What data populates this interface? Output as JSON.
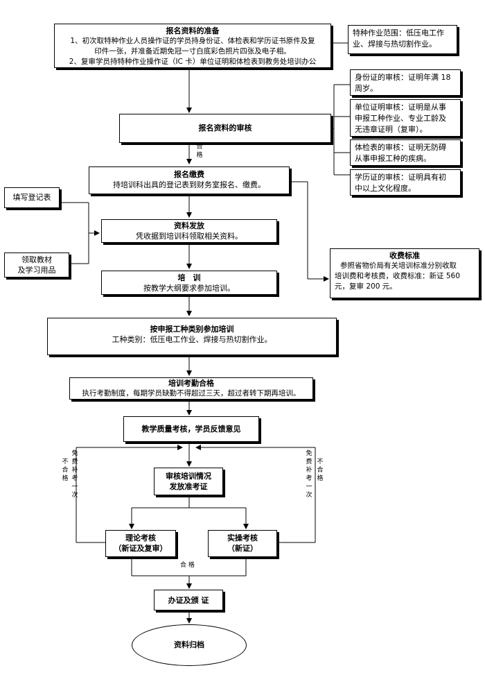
{
  "step1": {
    "title": "报名资料的准备",
    "line1": "1、初次取特种作业人员操作证的学员持身份证、体检表和学历证书原件及复",
    "line2": "印件一张，并准备近期免冠一寸白底彩色照片四张及电子相。",
    "line3": "2、复审学员持特种作业操作证（IC 卡）单位证明和体检表到教务处培训办公"
  },
  "scope_note": {
    "line1": "特种作业范围：低压电工作",
    "line2": "业、焊接与热切割作业。"
  },
  "step2": {
    "title": "报名资料的审核"
  },
  "review_notes": [
    {
      "line1": "身份证的审核：证明年满 18",
      "line2": "周岁。"
    },
    {
      "line1": "单位证明审核：证明是从事",
      "line2": "申报工种作业、专业工龄及",
      "line3": "无违章证明（复审）。"
    },
    {
      "line1": "体检表的审核：证明无防碍",
      "line2": "从事申报工种的疾病。"
    },
    {
      "line1": "学历证的审核：证明具有初",
      "line2": "中以上文化程度。"
    }
  ],
  "pass_label": "合 格",
  "step3": {
    "title": "报名缴费",
    "desc": "持培训科出具的登记表到财务室报名、缴费。"
  },
  "fill_form": "填写登记表",
  "get_books": {
    "line1": "领取教材",
    "line2": "及学习用品"
  },
  "step4": {
    "title": "资料发放",
    "desc": "凭收据到培训科领取相关资料。"
  },
  "fee": {
    "title": "收费标准",
    "line1": "参照省物价局有关培训标准分别收取",
    "line2": "培训费和考核费，收费标准：新证 560",
    "line3": "元，复审 200 元。"
  },
  "step5": {
    "title": "培　训",
    "desc": "按教学大纲要求参加培训。"
  },
  "step6": {
    "title": "按申报工种类别参加培训",
    "desc": "工种类别：低压电工作业、焊接与热切割作业。"
  },
  "step7": {
    "title": "培训考勤合格",
    "desc": "执行考勤制度，每期学员缺勤不得超过三天，超过者转下期再培训。"
  },
  "step8": {
    "title": "教学质量考核，学员反馈意见"
  },
  "step9": {
    "line1": "审核培训情况",
    "line2": "发放准考证"
  },
  "fail_label": "不合格",
  "retake_label": "免费补考一次",
  "theory": {
    "line1": "理论考核",
    "line2": "（新证及复审）"
  },
  "practice": {
    "line1": "实操考核",
    "line2": "（新证）"
  },
  "pass_label2": "合 格",
  "step10": {
    "title": "办证及颁 证"
  },
  "archive": {
    "title": "资料归档"
  }
}
